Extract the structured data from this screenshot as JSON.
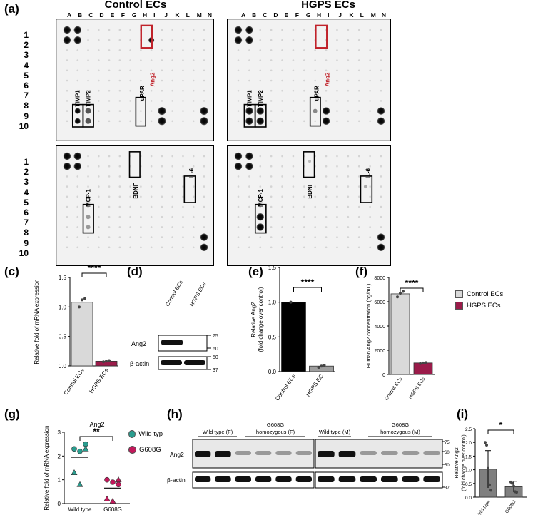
{
  "figure": {
    "panel_labels": {
      "a": "(a)",
      "c": "(c)",
      "d": "(d)",
      "e": "(e)",
      "f": "(f)",
      "g": "(g)",
      "h": "(h)",
      "i": "(i)"
    },
    "a": {
      "title_left": "Control ECs",
      "title_right": "HGPS ECs",
      "columns": [
        "A",
        "B",
        "C",
        "D",
        "E",
        "F",
        "G",
        "H",
        "I",
        "J",
        "K",
        "L",
        "M",
        "N"
      ],
      "rows": [
        "1",
        "2",
        "3",
        "4",
        "5",
        "6",
        "7",
        "8",
        "9",
        "10"
      ],
      "top_labels": {
        "timp1": "TIMP1",
        "timp2": "TIMP2",
        "upar": "uPAR",
        "ang2": "Ang2"
      },
      "bottom_labels": {
        "mcp1": "MCP-1",
        "bdnf": "BDNF",
        "il6": "IL-6"
      }
    },
    "d": {
      "lanes": [
        "Control ECs",
        "HGPS ECs"
      ],
      "rows": [
        "Ang2",
        "β-actin"
      ],
      "markers": [
        "75",
        "60",
        "50",
        "37"
      ]
    },
    "h": {
      "groups": [
        "Wild type (F)",
        "G608G homozygous (F)",
        "Wild type (M)",
        "G608G homozygous (M)"
      ],
      "rows": [
        "Ang2",
        "β-actin"
      ],
      "markers": [
        "75",
        "60",
        "50",
        "37"
      ]
    },
    "legend_f": {
      "items": [
        "Control ECs",
        "HGPS ECs"
      ],
      "colors": [
        "#d9d9d9",
        "#9b1b4a"
      ]
    },
    "legend_g": {
      "items": [
        "Wild typ",
        "G608G"
      ],
      "colors": [
        "#2a9d8f",
        "#c2185b"
      ]
    }
  },
  "chart_data": [
    {
      "panel": "c",
      "type": "bar",
      "categories": [
        "Control ECs",
        "HGPS ECs"
      ],
      "values": [
        1.08,
        0.08
      ],
      "points": [
        [
          1.0,
          1.12,
          1.14
        ],
        [
          0.07,
          0.08,
          0.09
        ]
      ],
      "ylabel": "Relative fold of mRNA expression",
      "ylim": [
        0,
        1.5
      ],
      "yticks": [
        "0.0",
        "0.5",
        "1.0",
        "1.5"
      ],
      "significance": "****",
      "colors": [
        "#d9d9d9",
        "#9b1b4a"
      ]
    },
    {
      "panel": "e",
      "type": "bar",
      "categories": [
        "Control ECs",
        "HGPS EC"
      ],
      "values": [
        1.0,
        0.08
      ],
      "points": [
        [
          1.0
        ],
        [
          0.06,
          0.08,
          0.09
        ]
      ],
      "ylabel": "Relative Ang2\n(fold change over control)",
      "ylim": [
        0,
        1.5
      ],
      "yticks": [
        "0.0",
        "0.5",
        "1.0",
        "1.5"
      ],
      "significance": "****",
      "colors": [
        "#000000",
        "#9e9e9e"
      ]
    },
    {
      "panel": "f",
      "type": "bar",
      "title": "ELISA",
      "categories": [
        "Control ECs",
        "HGPS ECs"
      ],
      "values": [
        6650,
        950
      ],
      "points": [
        [
          6400,
          6700,
          6850
        ],
        [
          900,
          950,
          980
        ]
      ],
      "ylabel": "Human Ang2 concentration (pg/mL)",
      "ylim": [
        0,
        8000
      ],
      "yticks": [
        "0",
        "2000",
        "4000",
        "6000",
        "8000"
      ],
      "significance": "****",
      "colors": [
        "#d9d9d9",
        "#9b1b4a"
      ]
    },
    {
      "panel": "g",
      "type": "scatter",
      "title": "Ang2",
      "categories": [
        "Wild type",
        "G608G"
      ],
      "series": [
        {
          "name": "Wild typ",
          "values": [
            2.3,
            2.2,
            2.5,
            1.3,
            0.8,
            2.3
          ]
        },
        {
          "name": "G608G",
          "values": [
            1.0,
            0.9,
            0.8,
            0.2,
            0.1,
            1.0
          ]
        }
      ],
      "means": [
        1.95,
        0.65
      ],
      "ylabel": "Relative fold of mRNA expression",
      "ylim": [
        0,
        3
      ],
      "yticks": [
        "0",
        "1",
        "2",
        "3"
      ],
      "significance": "**"
    },
    {
      "panel": "i",
      "type": "bar",
      "categories": [
        "Wild type",
        "G608G"
      ],
      "values": [
        1.02,
        0.38
      ],
      "errors": [
        0.68,
        0.2
      ],
      "points": [
        [
          2.0,
          1.9,
          1.05,
          0.45,
          0.25
        ],
        [
          0.55,
          0.5,
          0.4,
          0.2,
          0.18
        ]
      ],
      "ylabel": "Relative Ang2\n(fold change over control)",
      "ylim": [
        0,
        2.5
      ],
      "yticks": [
        "0.0",
        "0.5",
        "1.0",
        "1.5",
        "2.0",
        "2.5"
      ],
      "significance": "*",
      "colors": [
        "#7f7f7f",
        "#7f7f7f"
      ]
    }
  ]
}
